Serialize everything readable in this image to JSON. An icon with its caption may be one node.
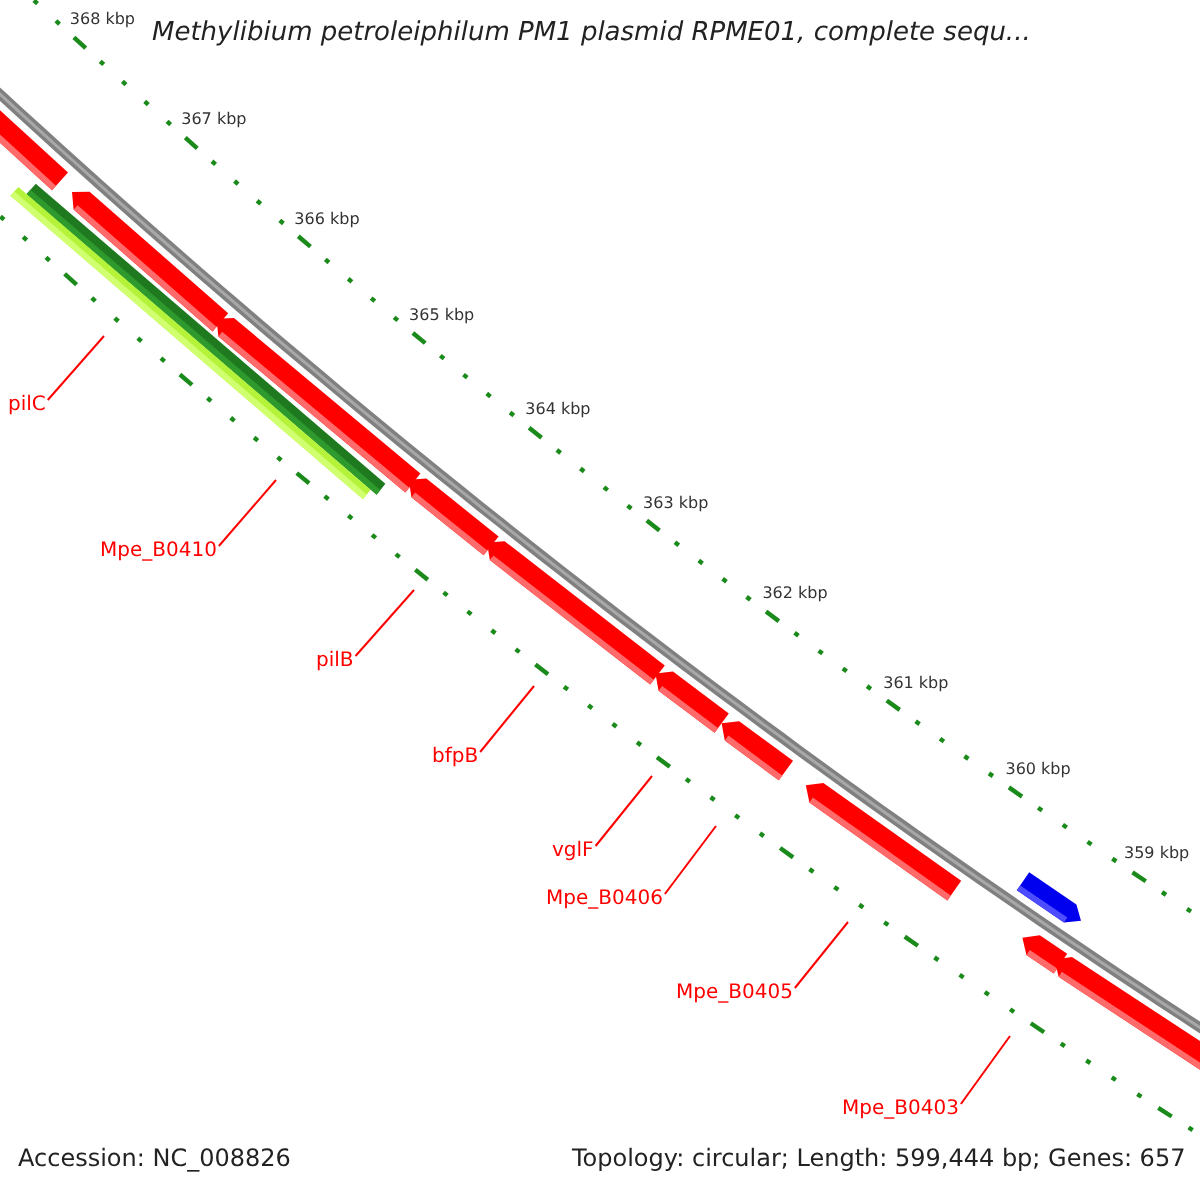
{
  "diagram": {
    "title": "Methylibium petroleiphilum PM1 plasmid RPME01, complete sequ...",
    "nodes": [
      {
        "text": [
          "pilC"
        ]
      },
      {
        "text": [
          "Mpe_B0410"
        ]
      },
      {
        "text": [
          "pilB"
        ]
      },
      {
        "text": [
          "bfpB"
        ]
      },
      {
        "text": [
          "vglF"
        ]
      },
      {
        "text": [
          "Mpe_B0406"
        ]
      },
      {
        "text": [
          "Mpe_B0405"
        ]
      },
      {
        "text": [
          "Mpe_B0403"
        ]
      }
    ],
    "edges": [
      {
        "from": 0,
        "to": null,
        "arrow": "none"
      },
      {
        "from": 1,
        "to": null,
        "arrow": "none"
      },
      {
        "from": 2,
        "to": null,
        "arrow": "none"
      },
      {
        "from": 3,
        "to": null,
        "arrow": "none"
      },
      {
        "from": 4,
        "to": null,
        "arrow": "none"
      },
      {
        "from": 5,
        "to": null,
        "arrow": "none"
      },
      {
        "from": 6,
        "to": null,
        "arrow": "none"
      },
      {
        "from": 7,
        "to": null,
        "arrow": "none"
      }
    ],
    "labels": [
      "368 kbp",
      "367 kbp",
      "366 kbp",
      "365 kbp",
      "364 kbp",
      "363 kbp",
      "362 kbp",
      "361 kbp",
      "360 kbp",
      "359 kbp",
      "Accession: NC_008826",
      "Topology: circular; Length: 599,444 bp; Genes: 657"
    ]
  }
}
